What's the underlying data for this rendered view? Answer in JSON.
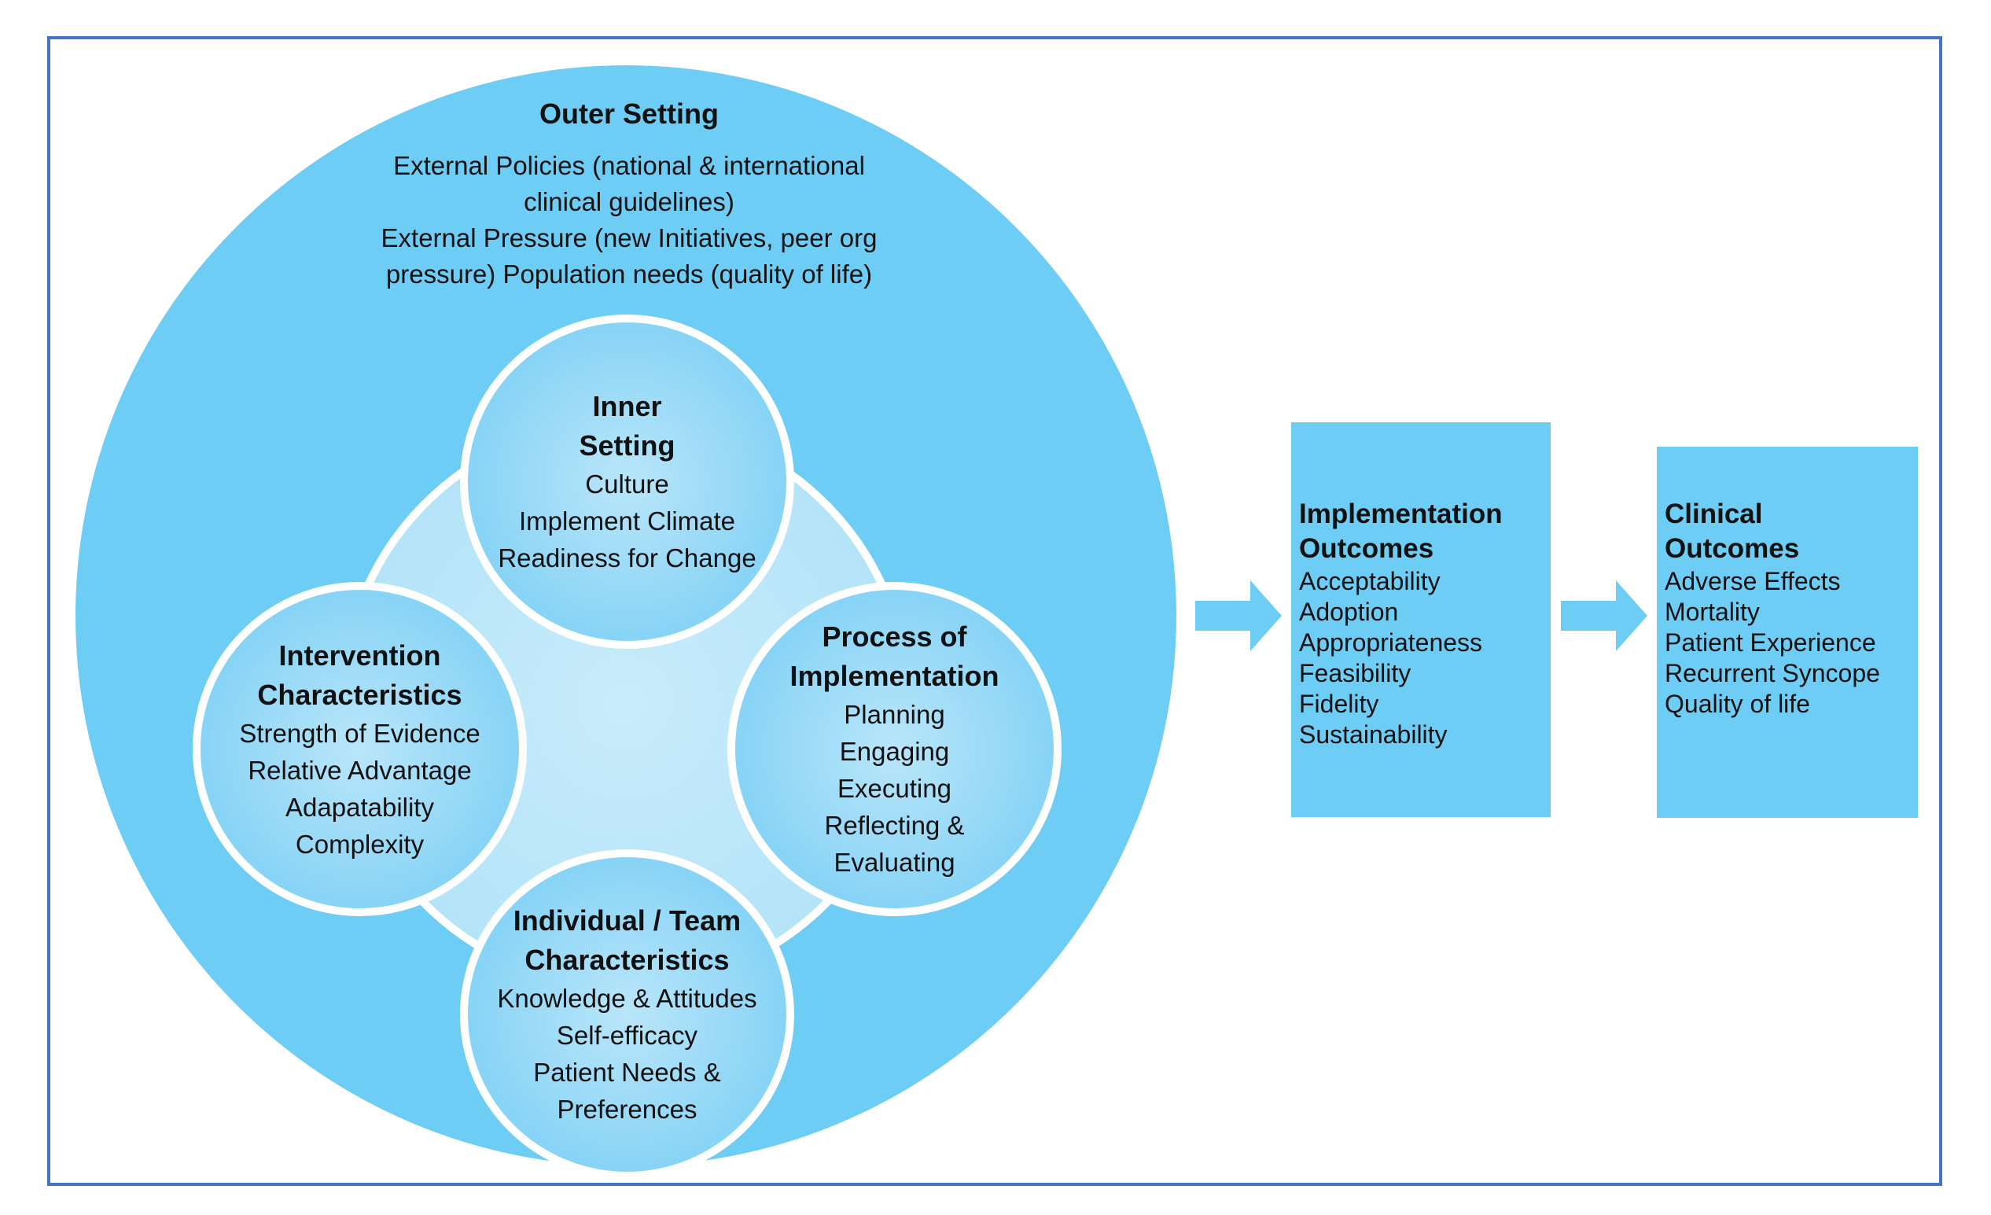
{
  "outer_setting": {
    "title": "Outer Setting",
    "lines": [
      "External Policies (national & international",
      "clinical guidelines)",
      "External Pressure (new Initiatives, peer org",
      "pressure) Population needs (quality of life)"
    ]
  },
  "inner_setting": {
    "title_lines": [
      "Inner",
      "Setting"
    ],
    "items": [
      "Culture",
      "Implement Climate",
      "Readiness for Change"
    ]
  },
  "intervention_characteristics": {
    "title_lines": [
      "Intervention",
      "Characteristics"
    ],
    "items": [
      "Strength of Evidence",
      "Relative Advantage",
      "Adapatability",
      "Complexity"
    ]
  },
  "process_of_implementation": {
    "title_lines": [
      "Process of",
      "Implementation"
    ],
    "items": [
      "Planning",
      "Engaging",
      "Executing",
      "Reflecting &",
      "Evaluating"
    ]
  },
  "individual_team_characteristics": {
    "title_lines": [
      "Individual / Team",
      "Characteristics"
    ],
    "items": [
      "Knowledge & Attitudes",
      "Self-efficacy",
      "Patient Needs &",
      "Preferences"
    ]
  },
  "implementation_outcomes": {
    "title_lines": [
      "Implementation",
      "Outcomes"
    ],
    "items": [
      "Acceptability",
      "Adoption",
      "Appropriateness",
      "Feasibility",
      "Fidelity",
      "Sustainability"
    ]
  },
  "clinical_outcomes": {
    "title_lines": [
      "Clinical",
      "Outcomes"
    ],
    "items": [
      "Adverse Effects",
      "Mortality",
      "Patient Experience",
      "Recurrent Syncope",
      "Quality of life"
    ]
  },
  "colors": {
    "frame_border": "#4472c4",
    "primary_blue": "#6dcdf5",
    "light_blue": "#b9e6fa",
    "white": "#ffffff"
  }
}
